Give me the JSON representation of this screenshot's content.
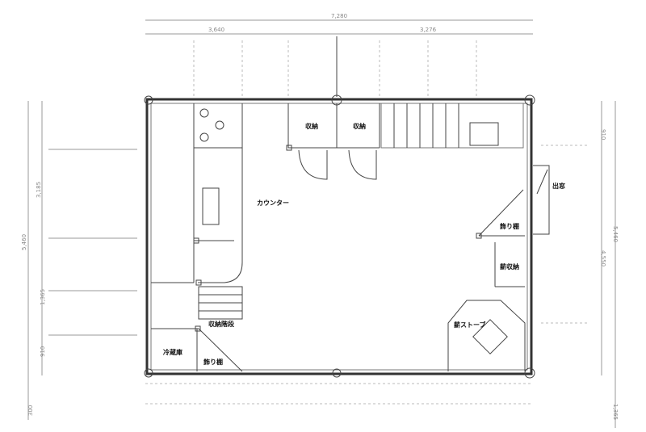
{
  "rooms": {
    "storage_1": "収納",
    "storage_2": "収納",
    "counter": "カウンター",
    "display_shelf_right": "飾り棚",
    "firewood_storage": "薪収納",
    "wood_stove": "薪ストーブ",
    "storage_stairs": "収納階段",
    "refrigerator": "冷蔵庫",
    "display_shelf_left": "飾り棚",
    "bay_window": "出窓"
  },
  "dimensions": {
    "top_total": "7,280",
    "top_left": "3,640",
    "top_right": "3,276",
    "left_total": "5,460",
    "left_upper": "3,185",
    "left_middle": "1,365",
    "left_lower": "910",
    "left_bottom": "300",
    "right_top": "910",
    "right_middle": "4,550",
    "right_total": "5,460",
    "right_bottom": "1,365"
  }
}
